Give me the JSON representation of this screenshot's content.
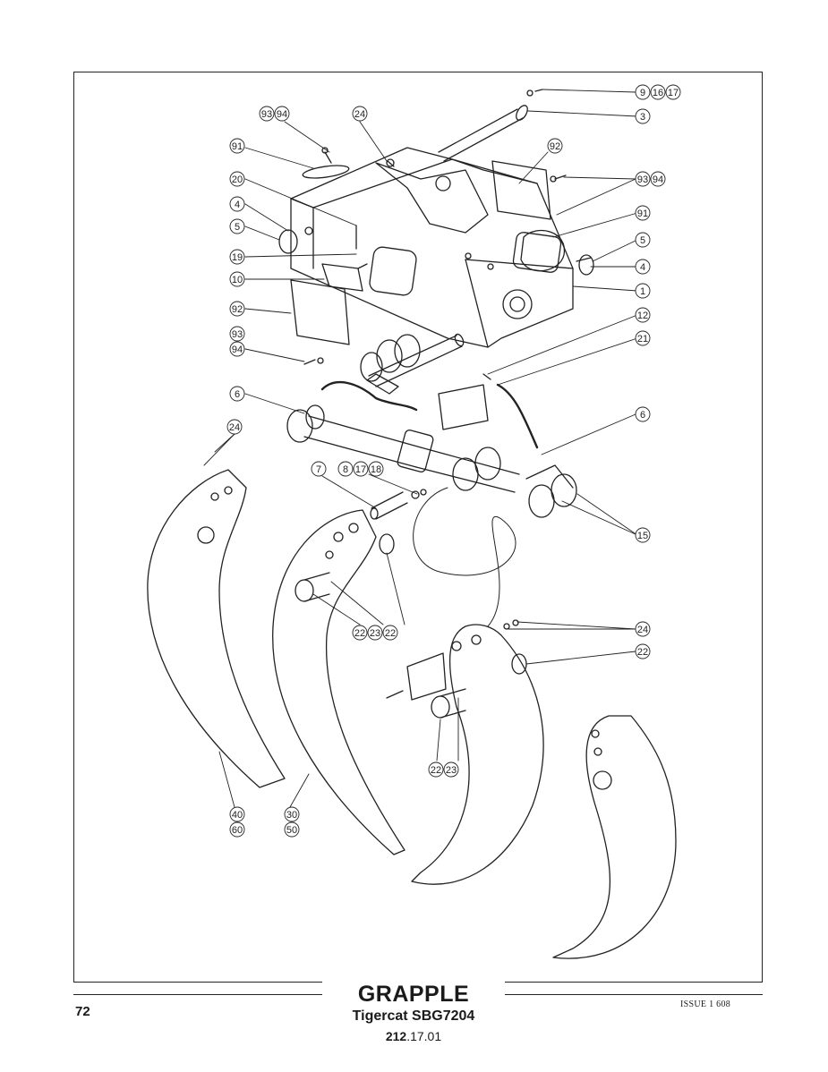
{
  "footer": {
    "title": "GRAPPLE",
    "subtitle": "Tigercat SBG7204",
    "doc_number_bold": "212",
    "doc_number_rest": ".17.01",
    "page_number": "72",
    "issue": "ISSUE 1 608"
  },
  "callouts": [
    {
      "id": "c-9-16-17",
      "labels": [
        "9",
        "16",
        "17"
      ]
    },
    {
      "id": "c-3",
      "labels": [
        "3"
      ]
    },
    {
      "id": "c-93-94-top",
      "labels": [
        "93",
        "94"
      ]
    },
    {
      "id": "c-24-top",
      "labels": [
        "24"
      ]
    },
    {
      "id": "c-92-right",
      "labels": [
        "92"
      ]
    },
    {
      "id": "c-91-left",
      "labels": [
        "91"
      ]
    },
    {
      "id": "c-93-94-right",
      "labels": [
        "93",
        "94"
      ]
    },
    {
      "id": "c-20",
      "labels": [
        "20"
      ]
    },
    {
      "id": "c-91-right",
      "labels": [
        "91"
      ]
    },
    {
      "id": "c-4-left",
      "labels": [
        "4"
      ]
    },
    {
      "id": "c-5-left",
      "labels": [
        "5"
      ]
    },
    {
      "id": "c-5-right",
      "labels": [
        "5"
      ]
    },
    {
      "id": "c-19",
      "labels": [
        "19"
      ]
    },
    {
      "id": "c-4-right",
      "labels": [
        "4"
      ]
    },
    {
      "id": "c-10",
      "labels": [
        "10"
      ]
    },
    {
      "id": "c-1",
      "labels": [
        "1"
      ]
    },
    {
      "id": "c-92-left",
      "labels": [
        "92"
      ]
    },
    {
      "id": "c-12",
      "labels": [
        "12"
      ]
    },
    {
      "id": "c-93-94-left",
      "labels": [
        "93",
        "94"
      ]
    },
    {
      "id": "c-21",
      "labels": [
        "21"
      ]
    },
    {
      "id": "c-6-left",
      "labels": [
        "6"
      ]
    },
    {
      "id": "c-6-right",
      "labels": [
        "6"
      ]
    },
    {
      "id": "c-24-left",
      "labels": [
        "24"
      ]
    },
    {
      "id": "c-7",
      "labels": [
        "7"
      ]
    },
    {
      "id": "c-8-17-18",
      "labels": [
        "8",
        "17",
        "18"
      ]
    },
    {
      "id": "c-15",
      "labels": [
        "15"
      ]
    },
    {
      "id": "c-22-23-22",
      "labels": [
        "22",
        "23",
        "22"
      ]
    },
    {
      "id": "c-24-right",
      "labels": [
        "24"
      ]
    },
    {
      "id": "c-22-right",
      "labels": [
        "22"
      ]
    },
    {
      "id": "c-22-23",
      "labels": [
        "22",
        "23"
      ]
    },
    {
      "id": "c-40-60",
      "labels": [
        "40",
        "60"
      ]
    },
    {
      "id": "c-30-50",
      "labels": [
        "30",
        "50"
      ]
    }
  ]
}
